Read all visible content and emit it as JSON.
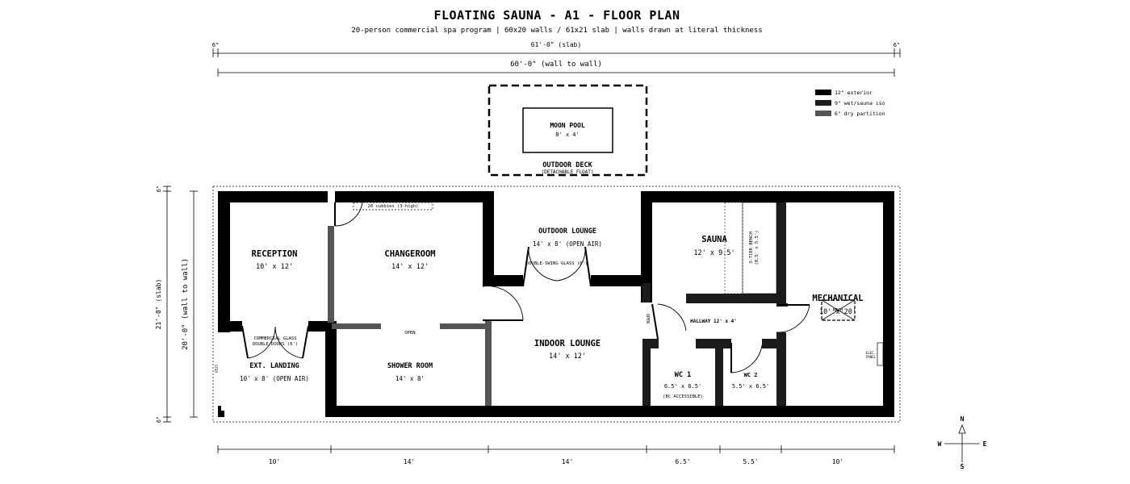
{
  "title": "FLOATING SAUNA  -  A1 - FLOOR PLAN",
  "subtitle": "20-person commercial spa program  |  60x20 walls / 61x21 slab  |  walls drawn at literal thickness",
  "dimensions": {
    "top_left_offset": "6\"",
    "top_right_offset": "6\"",
    "slab_width": "61'-0\"  (slab)",
    "wall_width": "60'-0\"  (wall to wall)",
    "slab_height": "21'-0\"  (slab)",
    "wall_height": "20'-0\"  (wall to wall)",
    "left_top_offset": "6\"",
    "left_bottom_offset": "6\"",
    "bottom_segments": [
      "10'",
      "14'",
      "14'",
      "6.5'",
      "5.5'",
      "10'"
    ]
  },
  "legend": [
    {
      "label": "12\" exterior",
      "color": "#000000"
    },
    {
      "label": "9\" wet/sauna iso",
      "color": "#1c1c1c"
    },
    {
      "label": "6\" dry partition",
      "color": "#555555"
    }
  ],
  "deck": {
    "pool_name": "MOON POOL",
    "pool_size": "8' x 4'",
    "name": "OUTDOOR DECK",
    "note": "(DETACHABLE FLOAT)"
  },
  "rooms": {
    "reception": {
      "name": "RECEPTION",
      "size": "10' x 12'"
    },
    "changeroom": {
      "name": "CHANGEROOM",
      "size": "14' x 12'"
    },
    "outdoor_lounge": {
      "name": "OUTDOOR LOUNGE",
      "size": "14' x 8'  (OPEN AIR)"
    },
    "sauna": {
      "name": "SAUNA",
      "size": "12' x 9.5'"
    },
    "mechanical": {
      "name": "MECHANICAL",
      "size": "10' x 20'"
    },
    "ext_landing": {
      "name": "EXT. LANDING",
      "size": "10' x 8'  (OPEN AIR)"
    },
    "shower": {
      "name": "SHOWER ROOM",
      "size": "14' x 8'"
    },
    "indoor_lounge": {
      "name": "INDOOR LOUNGE",
      "size": "14' x 12'"
    },
    "wc1": {
      "name": "WC 1",
      "size": "6.5' x 6.5'",
      "note": "(BC ACCESSIBLE)"
    },
    "wc2": {
      "name": "WC 2",
      "size": "5.5' x 6.5'"
    },
    "hallway": {
      "name": "HALLWAY  12' x 4'"
    }
  },
  "notes": {
    "cubbies": "20 cubbies (3-high)",
    "glass_doors_1": "COMMERCIAL GLASS",
    "glass_doors_2": "DOUBLE-DOORS (6')",
    "double_swing": "DOUBLE-SWING GLASS (6')",
    "open_shower": "OPEN",
    "open_hall": "OPEN",
    "bench_1": "3-TIER BENCH",
    "bench_2": "(8.5' x 5.5')",
    "mech_equip": "MECH",
    "elec_1": "ELEC.",
    "elec_2": "PANEL",
    "step": "STEP"
  },
  "compass": {
    "n": "N",
    "s": "S",
    "e": "E",
    "w": "W"
  }
}
